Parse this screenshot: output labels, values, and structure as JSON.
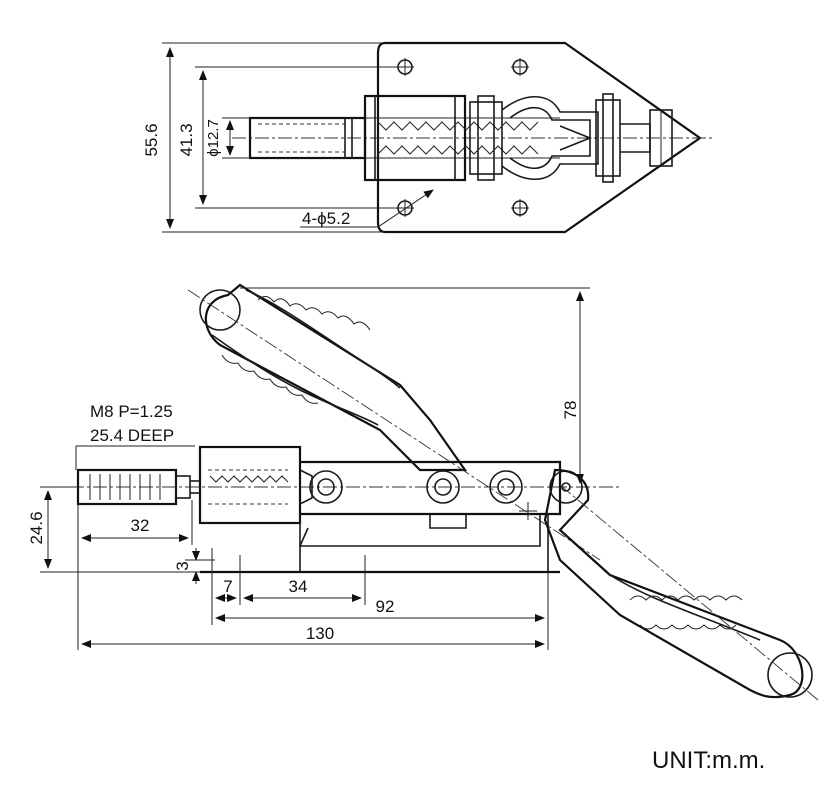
{
  "top_view": {
    "dim_height_outer": "55.6",
    "dim_height_inner": "41.3",
    "dim_dia_plunger": "ϕ12.7",
    "dim_holes": "4-ϕ5.2"
  },
  "side_view": {
    "thread_line1": "M8 P=1.25",
    "thread_line2": "25.4 DEEP",
    "dim_78": "78",
    "dim_24_6": "24.6",
    "dim_32": "32",
    "dim_3": "3",
    "dim_7": "7",
    "dim_34": "34",
    "dim_92": "92",
    "dim_130": "130"
  },
  "unit_label": "UNIT:m.m."
}
